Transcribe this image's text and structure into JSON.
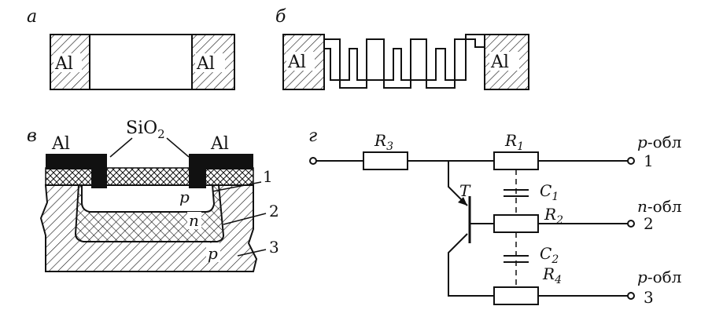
{
  "panels": {
    "a": {
      "letter": "а",
      "left_pad": "Al",
      "right_pad": "Al"
    },
    "b": {
      "letter": "б",
      "left_pad": "Al",
      "right_pad": "Al"
    },
    "v": {
      "letter": "в",
      "al_left": "Al",
      "al_right": "Al",
      "oxide": "SiO",
      "oxide_sub": "2",
      "region_p_top": "p",
      "region_n": "n",
      "region_p_sub": "p",
      "callout_1": "1",
      "callout_2": "2",
      "callout_3": "3"
    },
    "g": {
      "letter": "г",
      "r3": "R",
      "r3_sub": "3",
      "r1": "R",
      "r1_sub": "1",
      "r2": "R",
      "r2_sub": "2",
      "r4": "R",
      "r4_sub": "4",
      "c1": "C",
      "c1_sub": "1",
      "c2": "C",
      "c2_sub": "2",
      "transistor": "T",
      "terminal_1_label_letter": "p",
      "terminal_1_label_rest": "-обл",
      "terminal_1_num": "1",
      "terminal_2_label_letter": "n",
      "terminal_2_label_rest": "-обл",
      "terminal_2_num": "2",
      "terminal_3_label_letter": "p",
      "terminal_3_label_rest": "-обл",
      "terminal_3_num": "3"
    }
  },
  "colors": {
    "ink": "#111111",
    "background": "#ffffff",
    "metal": "#111111"
  }
}
